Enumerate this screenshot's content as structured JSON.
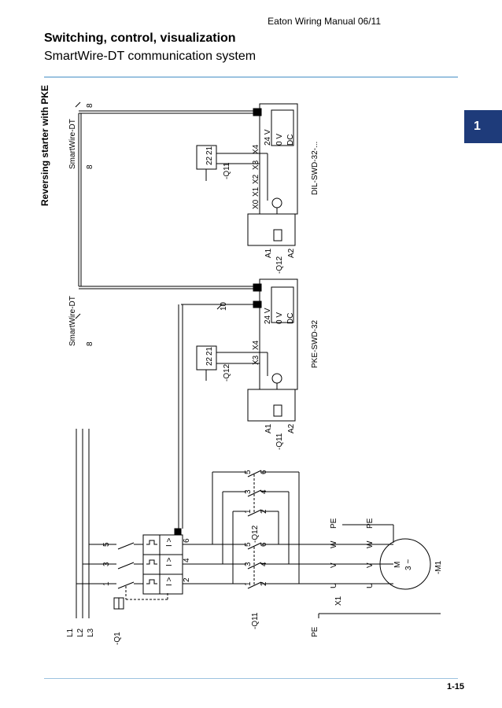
{
  "header": {
    "manual": "Eaton Wiring Manual 06/11",
    "title": "Switching, control, visualization",
    "subtitle": "SmartWire-DT communication system"
  },
  "side_label": "Reversing starter with PKE",
  "chapter_tab": "1",
  "page_number": "1-15",
  "diagram": {
    "lines": {
      "l1": "L1",
      "l2": "L2",
      "l3": "L3",
      "pe": "PE"
    },
    "q1": {
      "label": "-Q1",
      "t1": "1",
      "t3": "3",
      "t5": "5",
      "t2": "2",
      "t4": "4",
      "t6": "6",
      "trip": "I >"
    },
    "q11_main": {
      "label": "-Q11",
      "t1": "1",
      "t3": "3",
      "t5": "5",
      "t2": "2",
      "t4": "4",
      "t6": "6"
    },
    "q12_main": {
      "label": "-Q12",
      "t1": "1",
      "t3": "3",
      "t5": "5",
      "t2": "2",
      "t4": "4",
      "t6": "6"
    },
    "motor": {
      "label": "-M1",
      "m": "M",
      "phase": "3 ~",
      "u": "U",
      "v": "V",
      "w": "W",
      "pe": "PE",
      "x1": "X1"
    },
    "pke_module": {
      "name": "PKE-SWD-32",
      "coil": "-Q11",
      "a1": "A1",
      "a2": "A2",
      "x3": "X3",
      "x4": "X4",
      "v24": "24 V",
      "v0": "0 V",
      "dc": "DC",
      "aux": "-Q12",
      "aux21": "21",
      "aux22": "22",
      "cable": "10"
    },
    "dil_module": {
      "name": "DIL-SWD-32-...",
      "coil": "-Q12",
      "a1": "A1",
      "a2": "A2",
      "x0": "X0",
      "x1": "X1",
      "x2": "X2",
      "x3": "X3",
      "x4": "X4",
      "v24": "24 V",
      "v0": "0 V",
      "dc": "DC",
      "aux": "-Q11",
      "aux21": "21",
      "aux22": "22"
    },
    "smartwire_in": {
      "label": "SmartWire-DT",
      "count": "8"
    },
    "smartwire_mid": {
      "label": "SmartWire-DT",
      "count": "8"
    },
    "smartwire_out": {
      "count": "8"
    }
  }
}
